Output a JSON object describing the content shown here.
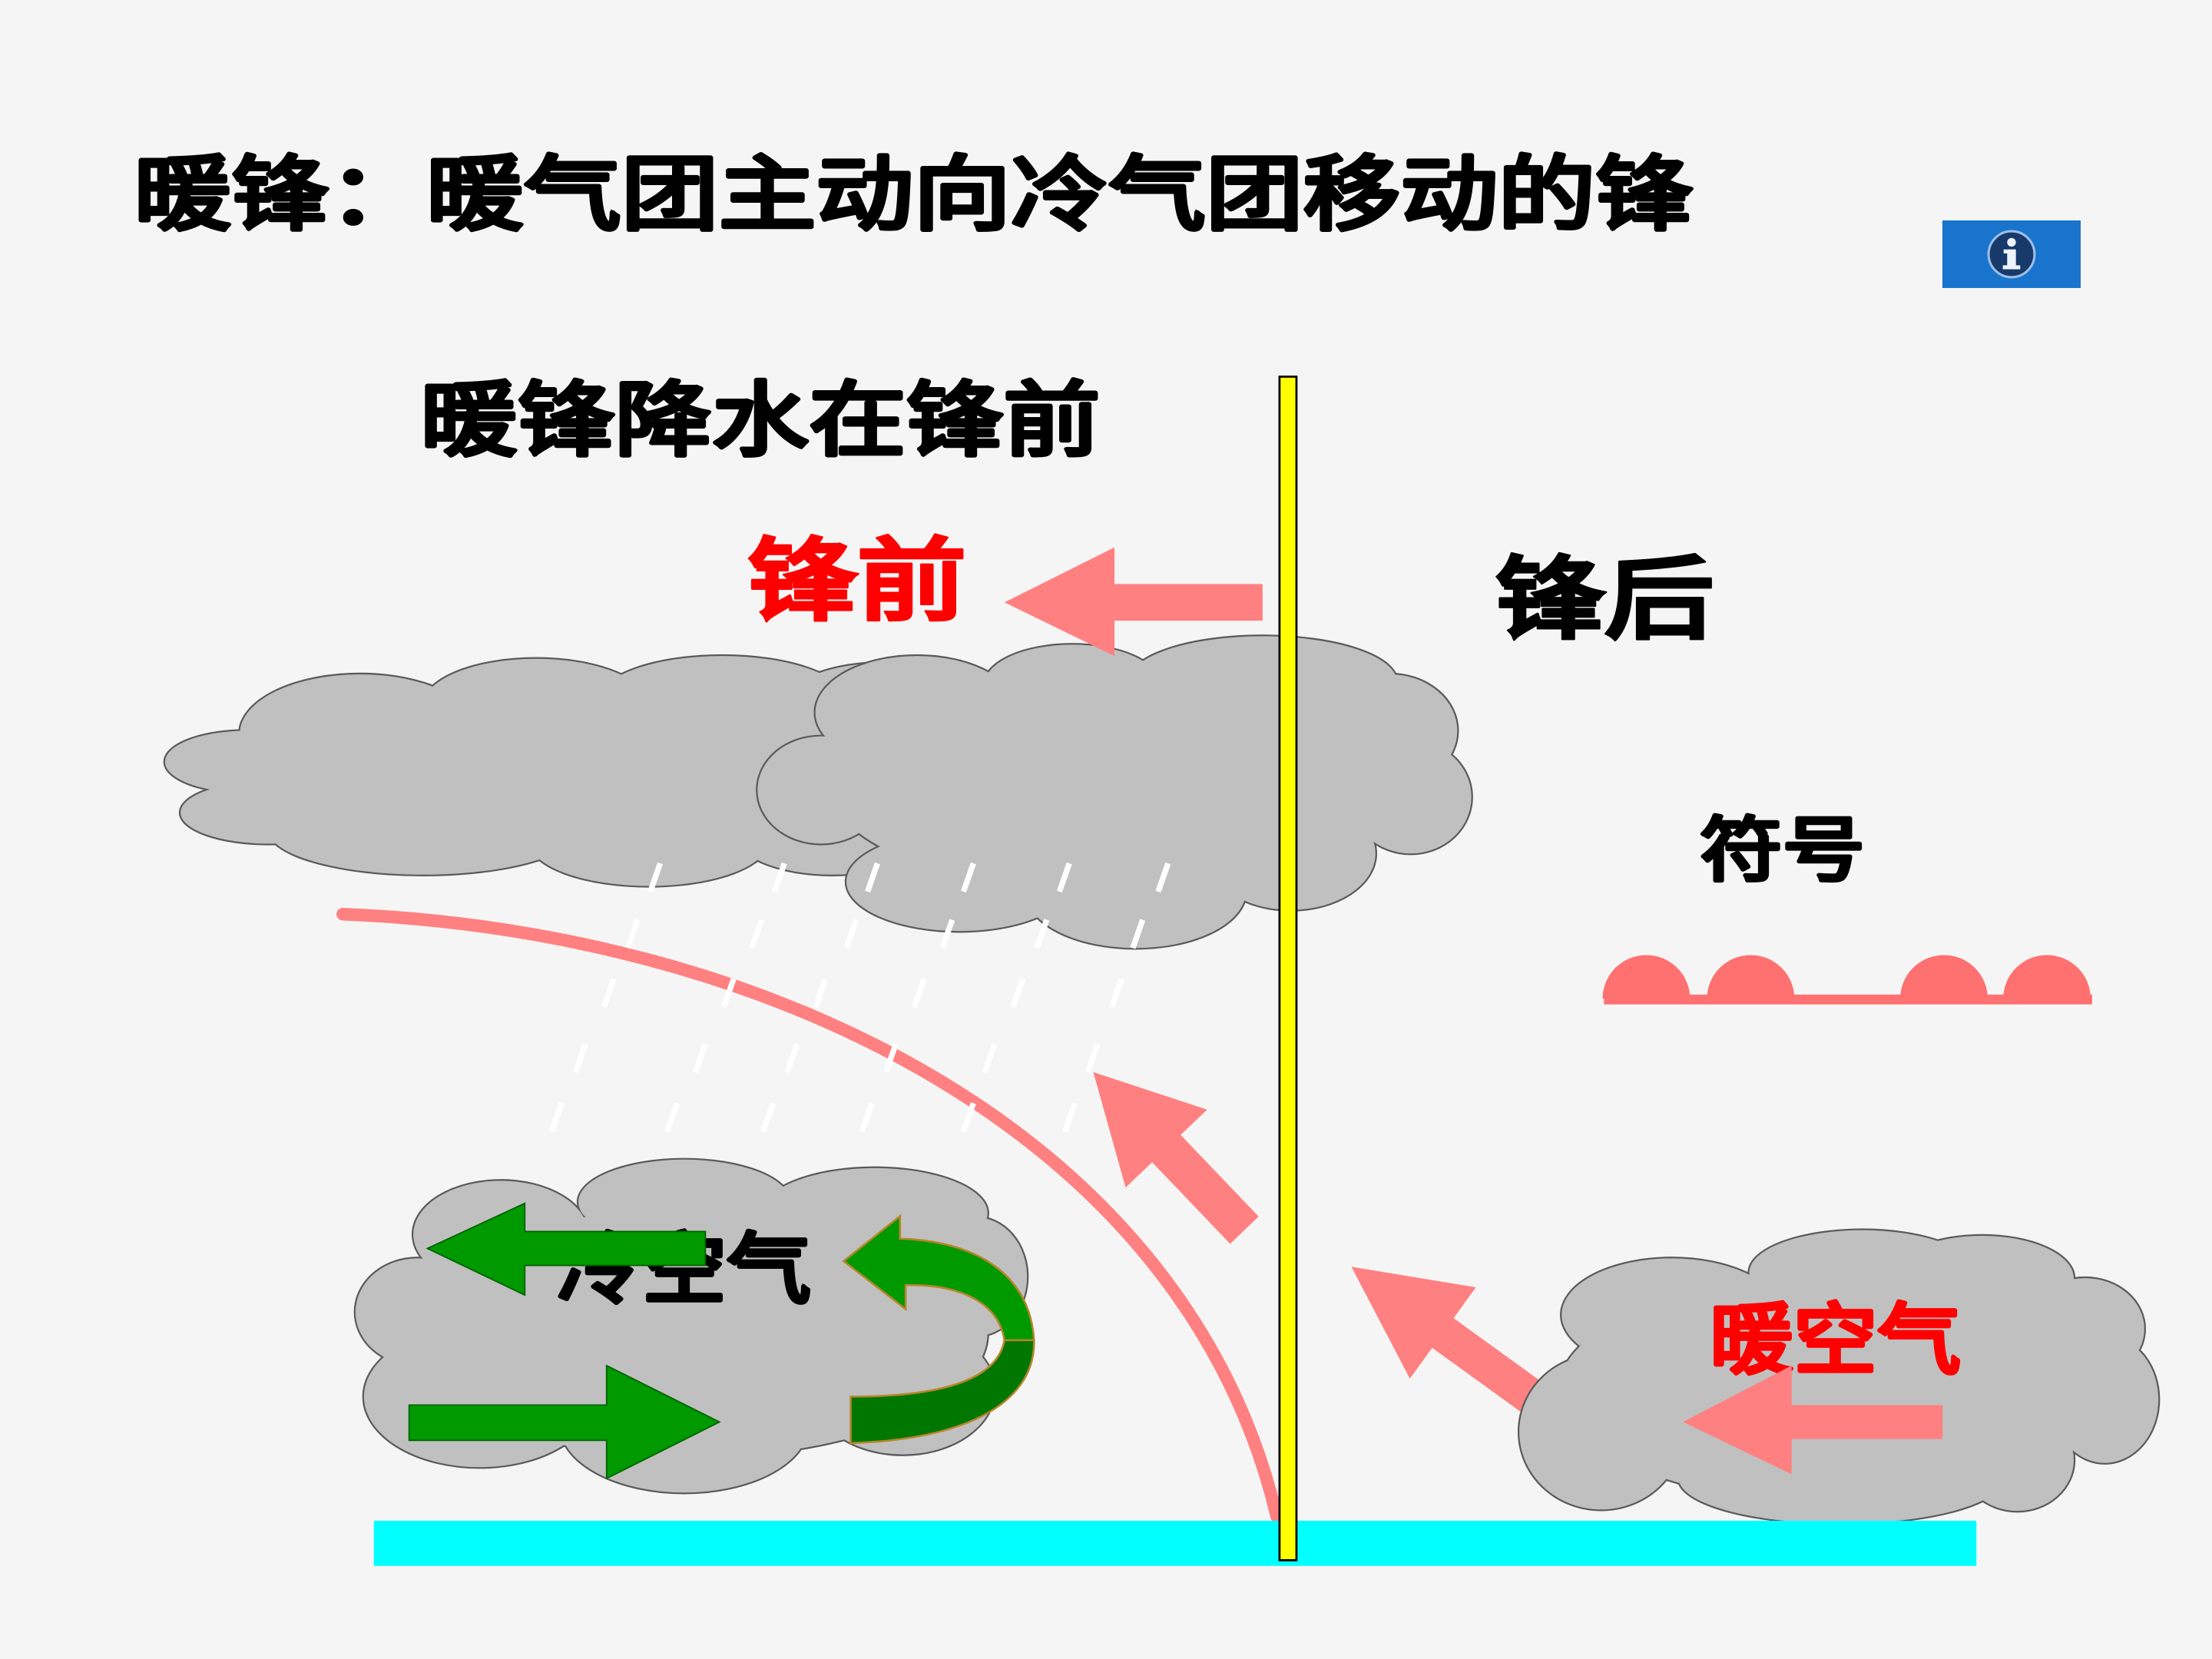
{
  "slide": {
    "title": "暖锋：暖气团主动向冷气团移动的锋",
    "subtitle": "暖锋降水在锋前"
  },
  "diagram": {
    "front_ahead_label": "锋前",
    "front_behind_label": "锋后",
    "cold_air_label": "冷空气",
    "warm_air_label": "暖空气",
    "symbol_label": "符号"
  },
  "icons": {
    "info_button": "info-icon"
  },
  "colors": {
    "warm_arrow": "#ff8080",
    "warm_label": "#ff0000",
    "cold_arrow": "#009900",
    "cold_arrow_dark": "#007700",
    "front_bar": "#ffff00",
    "ground": "#00ffff",
    "cloud": "#c0c0c0",
    "front_symbol": "#ff7070",
    "info_button": "#1874cd"
  }
}
